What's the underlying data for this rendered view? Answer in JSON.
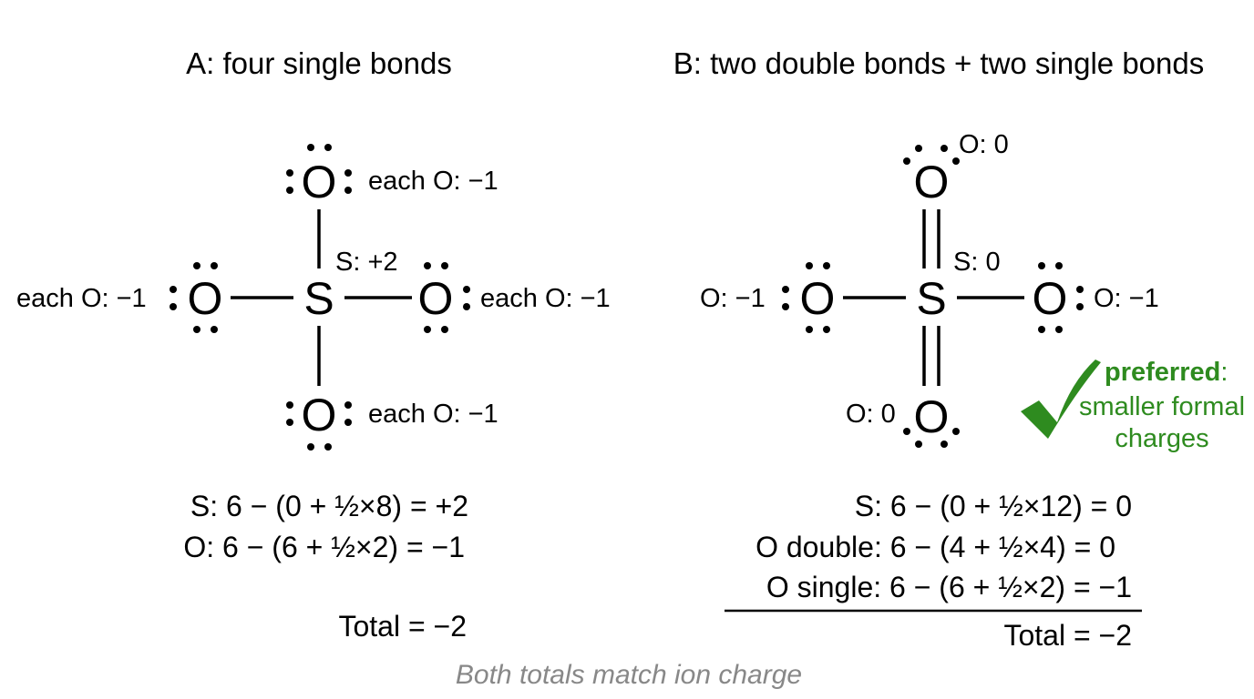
{
  "structure_a": {
    "heading": "A: four single bonds",
    "atoms": {
      "center": "S",
      "top": "O",
      "left": "O",
      "right": "O",
      "bottom": "O"
    },
    "labels": {
      "s_charge": "S: +2",
      "top_o": "each O: −1",
      "left_o": "each O: −1",
      "right_o": "each O: −1",
      "bottom_o": "each O: −1"
    },
    "calc": {
      "s_line": "S: 6 − (0 + ½×8) = +2",
      "o_line": "O: 6 − (6 + ½×2) = −1",
      "total": "Total = −2"
    }
  },
  "structure_b": {
    "heading": "B: two double bonds + two single bonds",
    "atoms": {
      "center": "S",
      "top": "O",
      "left": "O",
      "right": "O",
      "bottom": "O"
    },
    "labels": {
      "s_charge": "S: 0",
      "top_o": "O: 0",
      "left_o": "O: −1",
      "right_o": "O: −1",
      "bottom_o": "O: 0"
    },
    "preferred": {
      "bold": "preferred",
      "colon": ":",
      "line2": "smaller formal",
      "line3": "charges"
    },
    "calc": {
      "s_line": "S: 6 − (0 + ½×12) = 0",
      "o_double_line": "O double: 6 − (4 + ½×4) = 0",
      "o_single_line": "O single: 6 − (6 + ½×2) = −1",
      "total": "Total = −2"
    }
  },
  "footer_note": "Both totals match ion charge",
  "colors": {
    "accent_green": "#2e8b1f",
    "note_gray": "#888888"
  },
  "icons": {
    "check": "checkmark-icon"
  }
}
